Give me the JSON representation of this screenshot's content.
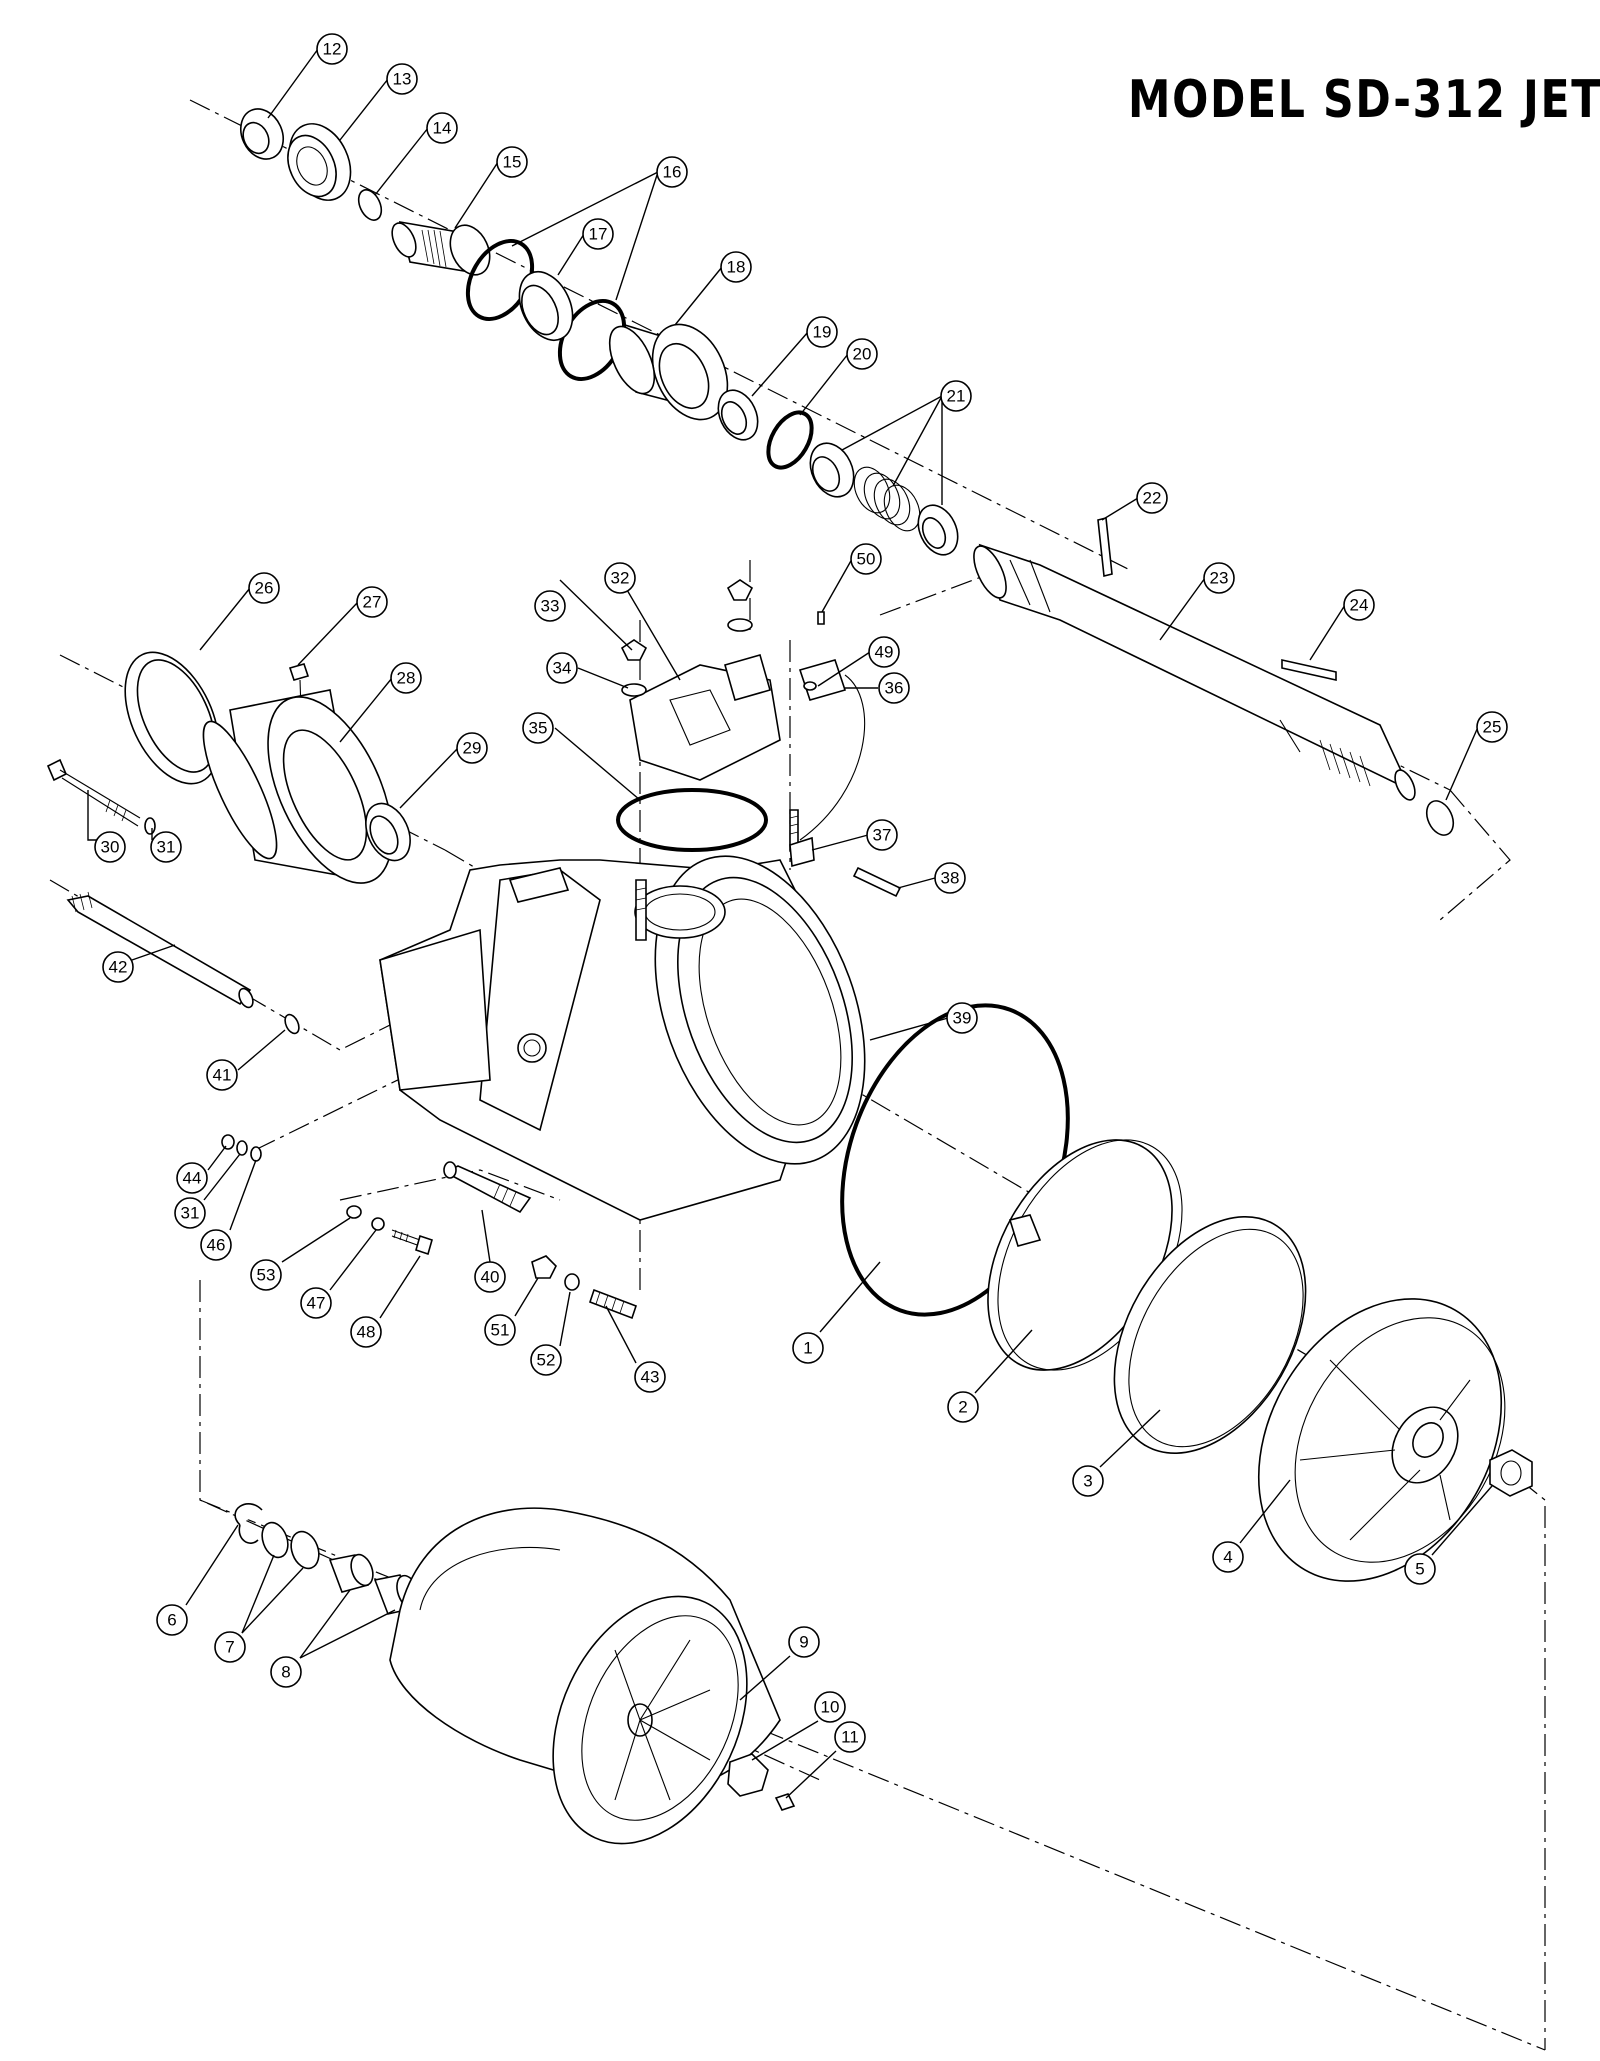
{
  "title": "MODEL SD-312 JET",
  "callouts": [
    {
      "id": "c1",
      "label": "1"
    },
    {
      "id": "c2",
      "label": "2"
    },
    {
      "id": "c3",
      "label": "3"
    },
    {
      "id": "c4",
      "label": "4"
    },
    {
      "id": "c5",
      "label": "5"
    },
    {
      "id": "c6",
      "label": "6"
    },
    {
      "id": "c7",
      "label": "7"
    },
    {
      "id": "c8",
      "label": "8"
    },
    {
      "id": "c9",
      "label": "9"
    },
    {
      "id": "c10",
      "label": "10"
    },
    {
      "id": "c11",
      "label": "11"
    },
    {
      "id": "c12",
      "label": "12"
    },
    {
      "id": "c13",
      "label": "13"
    },
    {
      "id": "c14",
      "label": "14"
    },
    {
      "id": "c15",
      "label": "15"
    },
    {
      "id": "c16",
      "label": "16"
    },
    {
      "id": "c17",
      "label": "17"
    },
    {
      "id": "c18",
      "label": "18"
    },
    {
      "id": "c19",
      "label": "19"
    },
    {
      "id": "c20",
      "label": "20"
    },
    {
      "id": "c21",
      "label": "21"
    },
    {
      "id": "c22",
      "label": "22"
    },
    {
      "id": "c23",
      "label": "23"
    },
    {
      "id": "c24",
      "label": "24"
    },
    {
      "id": "c25",
      "label": "25"
    },
    {
      "id": "c26",
      "label": "26"
    },
    {
      "id": "c27",
      "label": "27"
    },
    {
      "id": "c28",
      "label": "28"
    },
    {
      "id": "c29",
      "label": "29"
    },
    {
      "id": "c30",
      "label": "30"
    },
    {
      "id": "c31a",
      "label": "31"
    },
    {
      "id": "c31b",
      "label": "31"
    },
    {
      "id": "c32",
      "label": "32"
    },
    {
      "id": "c33",
      "label": "33"
    },
    {
      "id": "c34",
      "label": "34"
    },
    {
      "id": "c35",
      "label": "35"
    },
    {
      "id": "c36",
      "label": "36"
    },
    {
      "id": "c37",
      "label": "37"
    },
    {
      "id": "c38",
      "label": "38"
    },
    {
      "id": "c39",
      "label": "39"
    },
    {
      "id": "c40",
      "label": "40"
    },
    {
      "id": "c41",
      "label": "41"
    },
    {
      "id": "c42",
      "label": "42"
    },
    {
      "id": "c43",
      "label": "43"
    },
    {
      "id": "c44",
      "label": "44"
    },
    {
      "id": "c46",
      "label": "46"
    },
    {
      "id": "c47",
      "label": "47"
    },
    {
      "id": "c48",
      "label": "48"
    },
    {
      "id": "c49",
      "label": "49"
    },
    {
      "id": "c50",
      "label": "50"
    },
    {
      "id": "c51",
      "label": "51"
    },
    {
      "id": "c52",
      "label": "52"
    },
    {
      "id": "c53",
      "label": "53"
    }
  ]
}
